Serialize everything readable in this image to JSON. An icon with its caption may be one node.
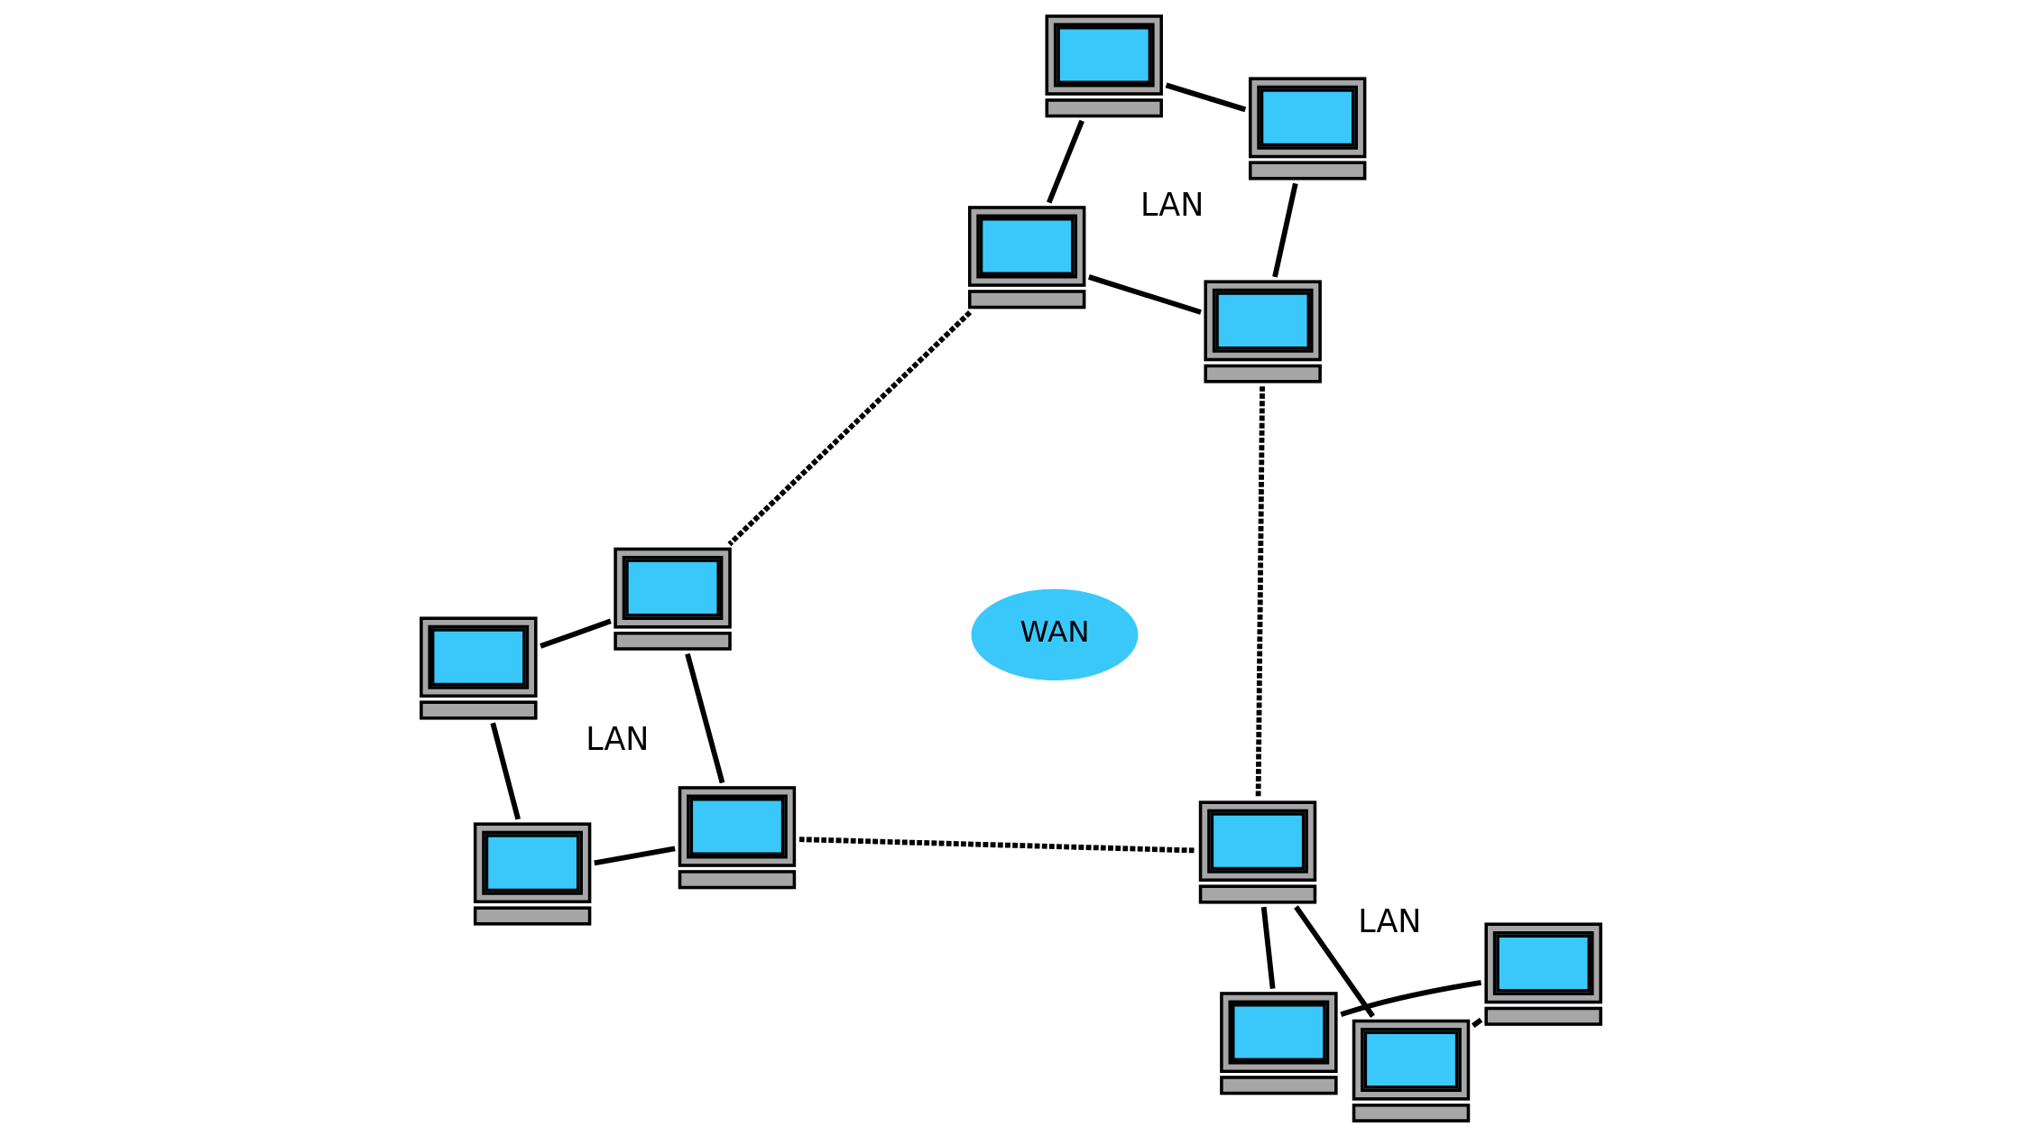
{
  "diagram": {
    "nodes": [
      {
        "text": [],
        "shape": "computer"
      },
      {
        "text": [],
        "shape": "computer"
      },
      {
        "text": [],
        "shape": "computer"
      },
      {
        "text": [],
        "shape": "computer"
      },
      {
        "text": [],
        "shape": "computer"
      },
      {
        "text": [],
        "shape": "computer"
      },
      {
        "text": [],
        "shape": "computer"
      },
      {
        "text": [],
        "shape": "computer"
      },
      {
        "text": [
          "WAN"
        ]
      },
      {
        "text": [],
        "shape": "computer"
      },
      {
        "text": [],
        "shape": "computer"
      },
      {
        "text": [],
        "shape": "computer"
      },
      {
        "text": [],
        "shape": "computer"
      }
    ],
    "edges": [
      {
        "from": 0,
        "to": 2,
        "arrow": "none"
      },
      {
        "from": 2,
        "to": 3,
        "arrow": "none"
      },
      {
        "from": 3,
        "to": 1,
        "arrow": "none"
      },
      {
        "from": 1,
        "to": 0,
        "arrow": "none"
      },
      {
        "from": 4,
        "to": 6,
        "arrow": "none"
      },
      {
        "from": 6,
        "to": 7,
        "arrow": "none"
      },
      {
        "from": 7,
        "to": 5,
        "arrow": "none"
      },
      {
        "from": 5,
        "to": 4,
        "arrow": "none"
      },
      {
        "from": 9,
        "to": 11,
        "arrow": "none"
      },
      {
        "from": 11,
        "to": 12,
        "arrow": "none"
      },
      {
        "from": 12,
        "to": 10,
        "arrow": "none"
      },
      {
        "from": 10,
        "to": 9,
        "arrow": "none"
      },
      {
        "from": 2,
        "to": 5,
        "arrow": "none",
        "style": "dashed"
      },
      {
        "from": 3,
        "to": 9,
        "arrow": "none",
        "style": "dashed"
      },
      {
        "from": 7,
        "to": 9,
        "arrow": "none",
        "style": "dashed"
      }
    ],
    "labels": [
      "LAN",
      "LAN",
      "LAN"
    ]
  }
}
